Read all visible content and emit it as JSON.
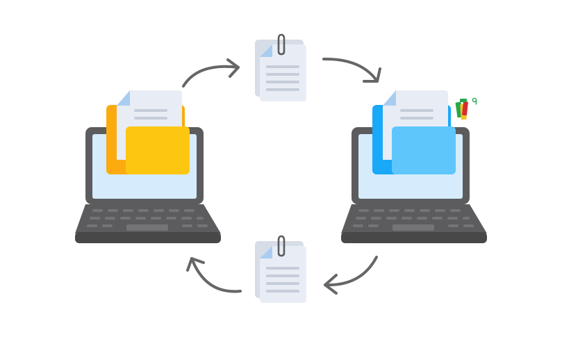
{
  "diagram": {
    "background": "#ffffff",
    "nodes": [
      {
        "id": "left-laptop",
        "kind": "laptop",
        "folder_color": "yellow"
      },
      {
        "id": "right-laptop",
        "kind": "laptop",
        "folder_color": "blue",
        "badge": "logo-badge"
      },
      {
        "id": "top-document",
        "kind": "document",
        "attachment": "paperclip"
      },
      {
        "id": "bottom-document",
        "kind": "document",
        "attachment": "paperclip"
      }
    ],
    "edges": [
      {
        "from": "left-laptop",
        "to": "top-document"
      },
      {
        "from": "top-document",
        "to": "right-laptop"
      },
      {
        "from": "right-laptop",
        "to": "bottom-document"
      },
      {
        "from": "bottom-document",
        "to": "left-laptop"
      }
    ],
    "colors": {
      "laptop_body": "#5c5c5e",
      "laptop_base": "#484849",
      "screen": "#d6ebfb",
      "keys": "#747476",
      "doc_back": "#d6dde6",
      "doc_front": "#e8edf5",
      "doc_fold": "#a9cdf0",
      "doc_lines": "#c5ccda",
      "paperclip": "#5c5c5e",
      "arrow": "#666666",
      "yellow_folder_back": "#fbab0f",
      "yellow_folder_front": "#fdc711",
      "blue_folder_back": "#1aa8f8",
      "blue_folder_front": "#5fc6fc",
      "badge_green": "#27a74a",
      "badge_red": "#d42f2f",
      "badge_yellow": "#f5c11e"
    }
  }
}
